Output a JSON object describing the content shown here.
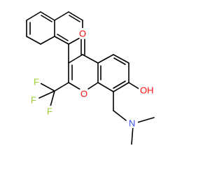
{
  "molecule": {
    "atom_labels": {
      "carbonyl_o": "O",
      "ring_o": "O",
      "hydroxyl": "OH",
      "amine_n": "N",
      "f1": "F",
      "f2": "F",
      "f3": "F"
    },
    "colors": {
      "bond": "#000000",
      "oxygen": "#ff0d0d",
      "nitrogen": "#3050f8",
      "fluorine": "#9acd32"
    }
  }
}
